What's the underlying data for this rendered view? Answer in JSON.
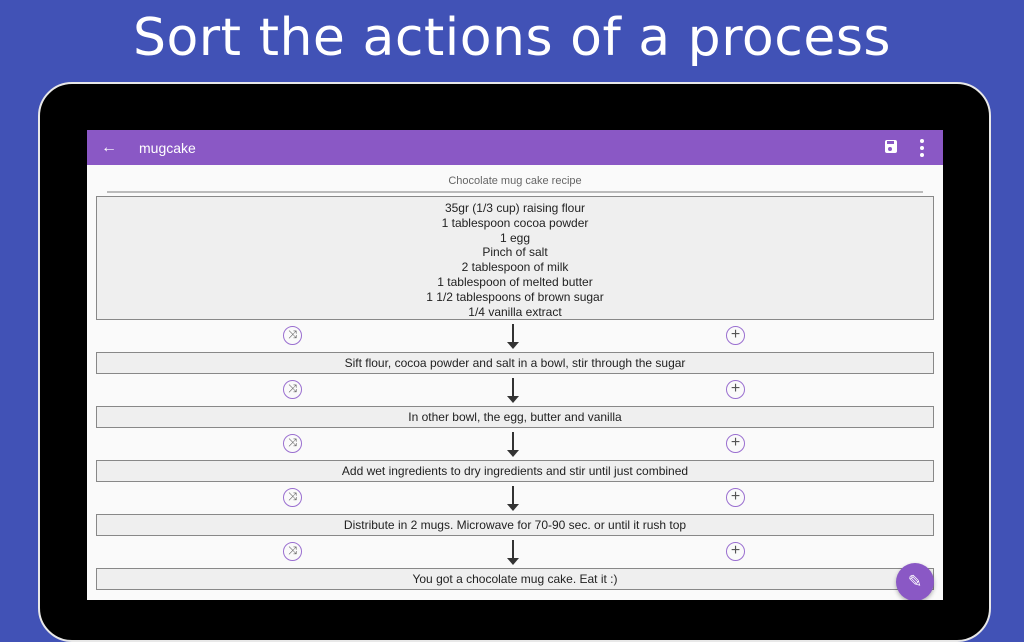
{
  "headline": "Sort the actions of a process",
  "appbar": {
    "title": "mugcake",
    "back_icon": "arrow-back-icon",
    "save_icon": "save-icon",
    "menu_icon": "more-vert-icon"
  },
  "recipe_title": "Chocolate mug cake recipe",
  "ingredients": [
    "35gr (1/3 cup) raising flour",
    "1 tablespoon cocoa powder",
    "1 egg",
    "Pinch of salt",
    "2 tablespoon of milk",
    "1 tablespoon of melted butter",
    "1 1/2 tablespoons of brown sugar",
    "1/4 vanilla extract"
  ],
  "steps": [
    "Sift flour, cocoa powder and salt in a bowl, stir through the sugar",
    "In other bowl, the egg, butter and vanilla",
    "Add wet ingredients to dry ingredients and stir until just combined",
    "Distribute in 2 mugs. Microwave for 70-90 sec. or until it rush top",
    "You got a chocolate mug cake. Eat it :)"
  ],
  "accent": "#8a58c5",
  "background": "#4152b6"
}
